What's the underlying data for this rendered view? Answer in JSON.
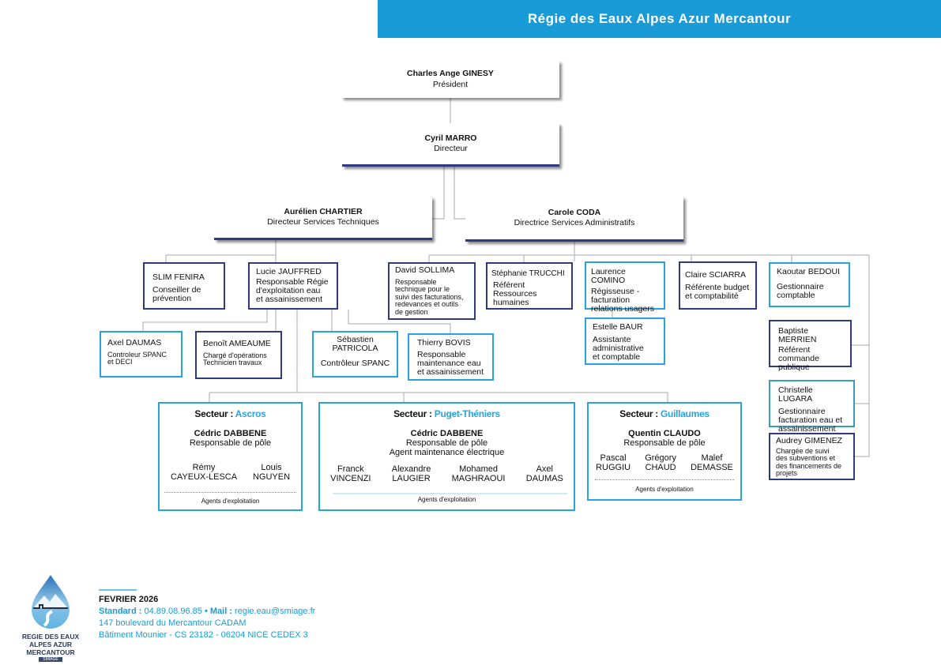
{
  "header": {
    "title": "Régie des Eaux Alpes Azur Mercantour"
  },
  "colors": {
    "header": "#199bd8",
    "navy": "#2e3b80",
    "light_blue": "#29a3dc"
  },
  "org": {
    "president": {
      "name": "Charles Ange GINESY",
      "role": "Président"
    },
    "director": {
      "name": "Cyril MARRO",
      "role": "Directeur"
    },
    "tech": {
      "name": "Aurélien CHARTIER",
      "role": "Directeur Services Techniques"
    },
    "admin": {
      "name": "Carole CODA",
      "role": "Directrice Services Administratifs"
    },
    "fenira": {
      "name": "SLIM FENIRA",
      "role": "Conseiller de\nprévention"
    },
    "jauffred": {
      "name": "Lucie JAUFFRED",
      "role": "Responsable Régie\nd'exploitation eau\net assainissement"
    },
    "sollima": {
      "name": "David SOLLIMA",
      "role": "Responsable\ntechnique pour le\nsuivi des facturations,\nredevances et outils\nde gestion"
    },
    "trucchi": {
      "name": "Stéphanie TRUCCHI",
      "role": "Référent\nRessources\nhumaines"
    },
    "comino": {
      "name": "Laurence COMINO",
      "role": "Régisseuse -\nfacturation\nrelations usagers"
    },
    "baur": {
      "name": "Estelle BAUR",
      "role": "Assistante\nadministrative\net comptable"
    },
    "sciarra": {
      "name": "Claire SCIARRA",
      "role": "Référente budget\net comptabilité"
    },
    "bedoui": {
      "name": "Kaoutar BEDOUI",
      "role": "Gestionnaire\ncomptable"
    },
    "merrien": {
      "name": "Baptiste MERRIEN",
      "role": "Référent\ncommande\npublique"
    },
    "lugara": {
      "name": "Christelle LUGARA",
      "role": "Gestionnaire\nfacturation eau et\nassainissement"
    },
    "gimenez": {
      "name": "Audrey GIMENEZ",
      "role": "Chargée de suivi\ndes subventions et\ndes financements de\nprojets"
    },
    "daumas": {
      "name": "Axel DAUMAS",
      "role": "Controleur SPANC\net DECI"
    },
    "ameaume": {
      "name": "Benoît AMEAUME",
      "role": "Chargé d'opérations\nTechnicien travaux"
    },
    "patricola": {
      "name": "Sébastien\nPATRICOLA",
      "role": "Contrôleur SPANC"
    },
    "bovis": {
      "name": "Thierry BOVIS",
      "role": "Responsable\nmaintenance eau\net assainissement"
    }
  },
  "sectors": [
    {
      "label": "Secteur :",
      "name": "Ascros",
      "lead_name": "Cédric DABBENE",
      "lead_role": "Responsable de pôle",
      "agents": [
        "Rémy\nCAYEUX-LESCA",
        "Louis\nNGUYEN"
      ],
      "agents_label": "Agents d'exploitation"
    },
    {
      "label": "Secteur :",
      "name": "Puget-Théniers",
      "lead_name": "Cédric DABBENE",
      "lead_role": "Responsable de pôle\nAgent maintenance électrique",
      "agents": [
        "Franck\nVINCENZI",
        "Alexandre\nLAUGIER",
        "Mohamed\nMAGHRAOUI",
        "Axel\nDAUMAS"
      ],
      "agents_label": "Agents d'exploitation"
    },
    {
      "label": "Secteur :",
      "name": "Guillaumes",
      "lead_name": "Quentin CLAUDO",
      "lead_role": "Responsable de pôle",
      "agents": [
        "Pascal\nRUGGIU",
        "Grégory\nCHAUD",
        "Malef\nDEMASSE"
      ],
      "agents_label": "Agents d'exploitation"
    }
  ],
  "footer": {
    "date": "FEVRIER 2026",
    "standard_label": "Standard :",
    "phone": "04.89.08.96.85",
    "sep": "•",
    "mail_label": "Mail :",
    "email": "regie.eau@smiage.fr",
    "address1": "147 boulevard du Mercantour CADAM",
    "address2": "Bâtiment Mounier - CS 23182 - 06204 NICE CEDEX 3"
  },
  "logo": {
    "line1": "REGIE DES EAUX",
    "line2": "ALPES AZUR MERCANTOUR",
    "line3": "SMIAGE"
  }
}
